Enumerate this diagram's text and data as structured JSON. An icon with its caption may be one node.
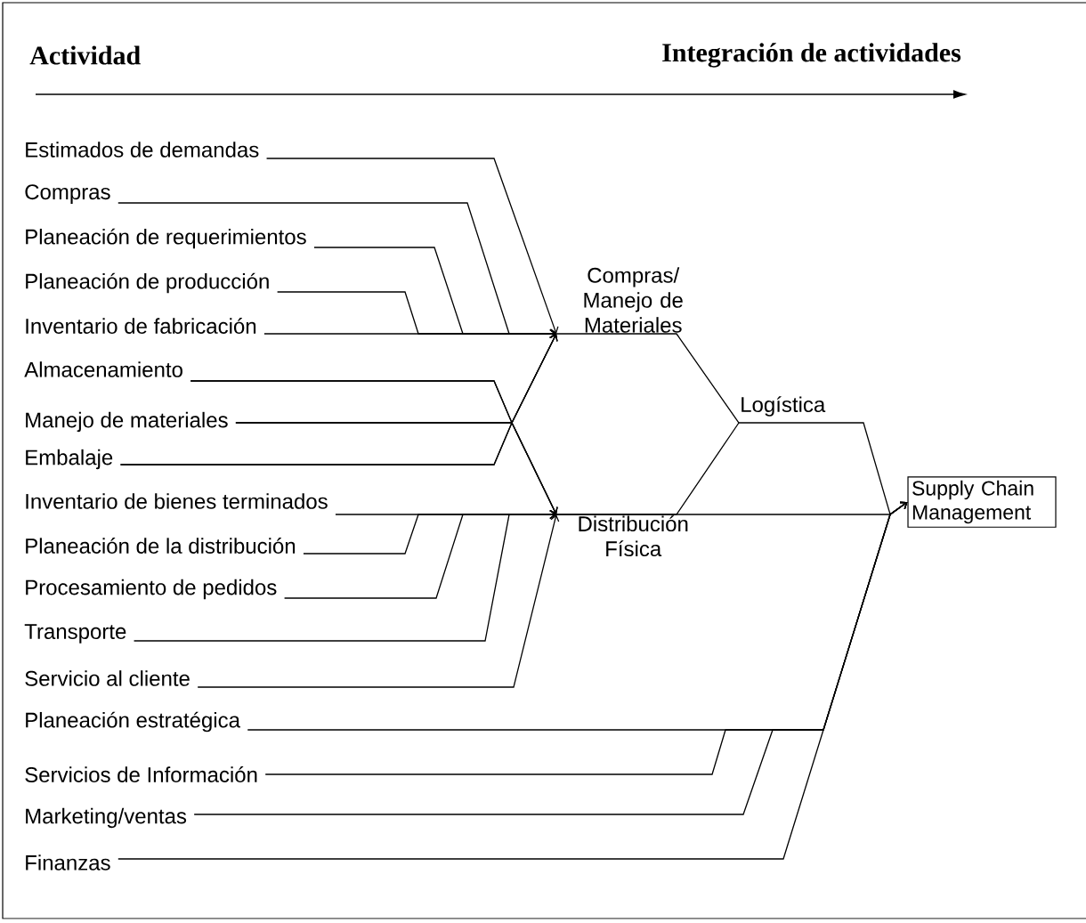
{
  "diagram": {
    "nodes": [
      {
        "text": [
          "Estimados de demandas"
        ]
      },
      {
        "text": [
          "Compras"
        ]
      },
      {
        "text": [
          "Planeación de requerimientos"
        ]
      },
      {
        "text": [
          "Planeación de producción"
        ]
      },
      {
        "text": [
          "Inventario de fabricación"
        ]
      },
      {
        "text": [
          "Almacenamiento"
        ]
      },
      {
        "text": [
          "Manejo de materiales"
        ]
      },
      {
        "text": [
          "Embalaje"
        ]
      },
      {
        "text": [
          "Inventario de bienes terminados"
        ]
      },
      {
        "text": [
          "Planeación de la distribución"
        ]
      },
      {
        "text": [
          "Procesamiento de pedidos"
        ]
      },
      {
        "text": [
          "Transporte"
        ]
      },
      {
        "text": [
          "Servicio al cliente"
        ]
      },
      {
        "text": [
          "Planeación estratégica"
        ]
      },
      {
        "text": [
          "Servicios de Información"
        ]
      },
      {
        "text": [
          "Marketing/ventas"
        ]
      },
      {
        "text": [
          "Finanzas"
        ]
      },
      {
        "text": [
          "Compras/ Manejo de Materiales"
        ]
      },
      {
        "text": [
          "Distribución Física"
        ]
      },
      {
        "text": [
          "Logística"
        ]
      },
      {
        "text": [
          "Supply Chain Management"
        ]
      }
    ],
    "edges": [
      {
        "from": 0,
        "to": 17,
        "arrow": "to"
      },
      {
        "from": 1,
        "to": 17,
        "arrow": "to"
      },
      {
        "from": 2,
        "to": 17,
        "arrow": "to"
      },
      {
        "from": 3,
        "to": 17,
        "arrow": "to"
      },
      {
        "from": 4,
        "to": 17,
        "arrow": "to"
      },
      {
        "from": 5,
        "to": 17,
        "arrow": "to"
      },
      {
        "from": 5,
        "to": 18,
        "arrow": "to"
      },
      {
        "from": 6,
        "to": 17,
        "arrow": "to"
      },
      {
        "from": 6,
        "to": 18,
        "arrow": "to"
      },
      {
        "from": 7,
        "to": 17,
        "arrow": "to"
      },
      {
        "from": 7,
        "to": 18,
        "arrow": "to"
      },
      {
        "from": 8,
        "to": 18,
        "arrow": "to"
      },
      {
        "from": 9,
        "to": 18,
        "arrow": "to"
      },
      {
        "from": 10,
        "to": 18,
        "arrow": "to"
      },
      {
        "from": 11,
        "to": 18,
        "arrow": "to"
      },
      {
        "from": 12,
        "to": 18,
        "arrow": "to"
      },
      {
        "from": 17,
        "to": 19,
        "arrow": "none"
      },
      {
        "from": 18,
        "to": 19,
        "arrow": "none"
      },
      {
        "from": 19,
        "to": 20,
        "arrow": "to"
      },
      {
        "from": 18,
        "to": 20,
        "arrow": "to"
      },
      {
        "from": 13,
        "to": 20,
        "arrow": "to"
      },
      {
        "from": 14,
        "to": 20,
        "arrow": "to"
      },
      {
        "from": 15,
        "to": 20,
        "arrow": "to"
      },
      {
        "from": 16,
        "to": 20,
        "arrow": "to"
      }
    ],
    "labels": [
      "Actividad",
      "Integración de actividades"
    ]
  }
}
